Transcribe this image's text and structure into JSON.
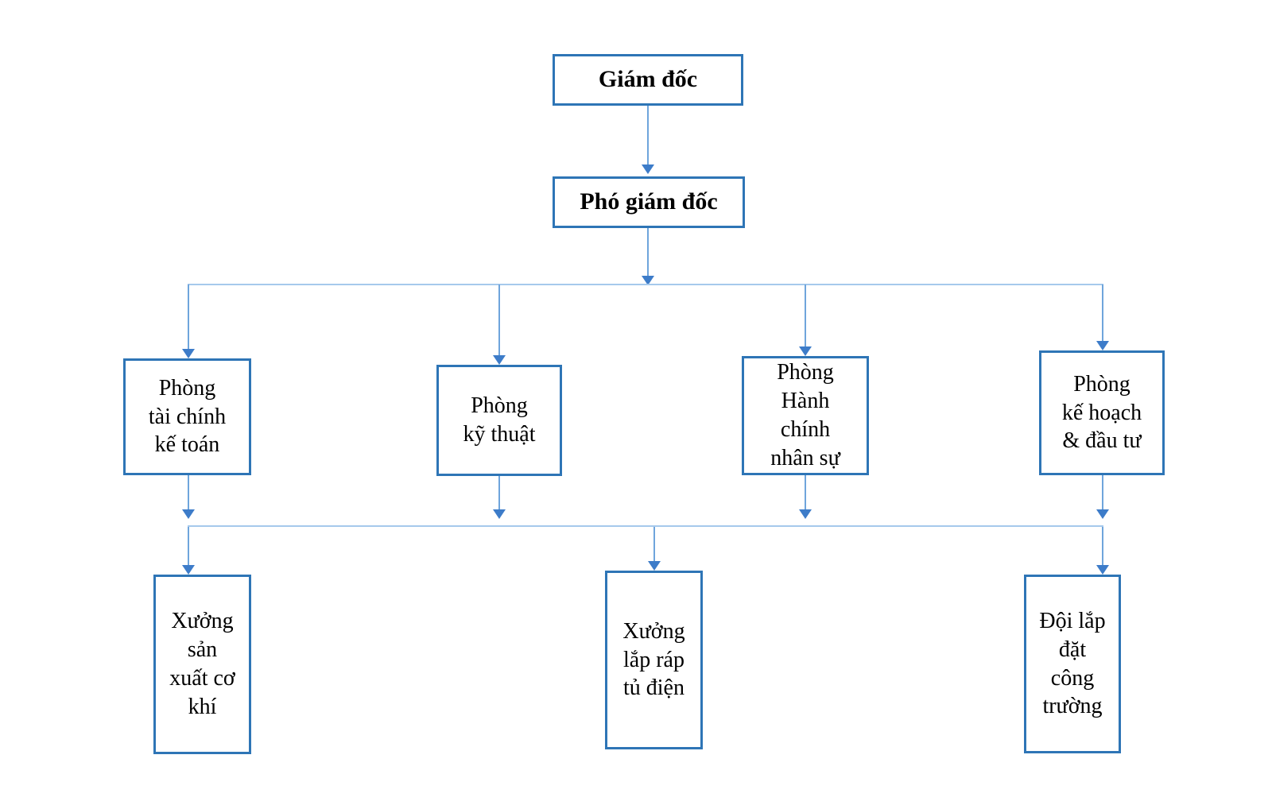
{
  "colors": {
    "box_border": "#2E75B6",
    "h_line": "#A6C9EC",
    "v_line": "#6FA5DC",
    "arrowhead": "#3D7CC9",
    "text": "#000000",
    "background": "#FFFFFF"
  },
  "diagram": {
    "type": "org-chart",
    "nodes": {
      "director": {
        "label": "Giám đốc"
      },
      "deputy_director": {
        "label": "Phó giám đốc"
      },
      "finance": {
        "label": "Phòng\ntài chính\nkế toán"
      },
      "technical": {
        "label": "Phòng\nkỹ thuật"
      },
      "hr_admin": {
        "label": "Phòng\nHành\nchính\nnhân sự"
      },
      "planning": {
        "label": "Phòng\nkế hoạch\n& đầu tư"
      },
      "mechanical_workshop": {
        "label": "Xưởng\nsản\nxuất cơ\nkhí"
      },
      "cabinet_assembly_workshop": {
        "label": "Xưởng\nlắp ráp\ntủ điện"
      },
      "site_installation_team": {
        "label": "Đội lắp\nđặt\ncông\ntrường"
      }
    },
    "edges": [
      "director -> deputy_director",
      "deputy_director -> finance",
      "deputy_director -> technical",
      "deputy_director -> hr_admin",
      "deputy_director -> planning",
      "finance -> mechanical_workshop",
      "level2 -> cabinet_assembly_workshop",
      "planning -> site_installation_team"
    ]
  }
}
